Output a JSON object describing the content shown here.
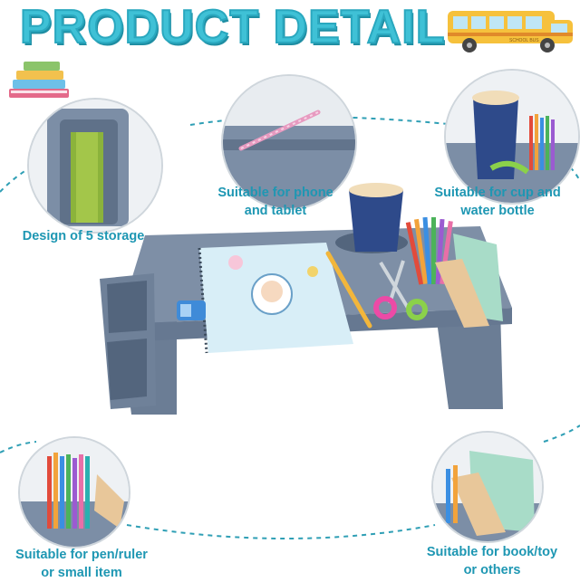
{
  "header": {
    "title": "PRODUCT DETAIL"
  },
  "features": [
    {
      "line1": "Design of 5 storage",
      "line2": ""
    },
    {
      "line1": "Suitable for phone",
      "line2": "and tablet"
    },
    {
      "line1": "Suitable for cup and",
      "line2": "water bottle"
    },
    {
      "line1": "Suitable for pen/ruler",
      "line2": "or small item"
    },
    {
      "line1": "Suitable for book/toy",
      "line2": "or others"
    }
  ],
  "bus_sign": "SCHOOL BUS",
  "colors": {
    "accent": "#3fc1d6",
    "caption": "#1e97b3",
    "tray": "#7e8fa6",
    "dash": "#2f9fb5"
  },
  "icons": [
    "books-icon",
    "school-bus-icon",
    "pencil-icon",
    "scissors-icon",
    "sharpener-icon",
    "cup-icon",
    "notebook-icon"
  ]
}
